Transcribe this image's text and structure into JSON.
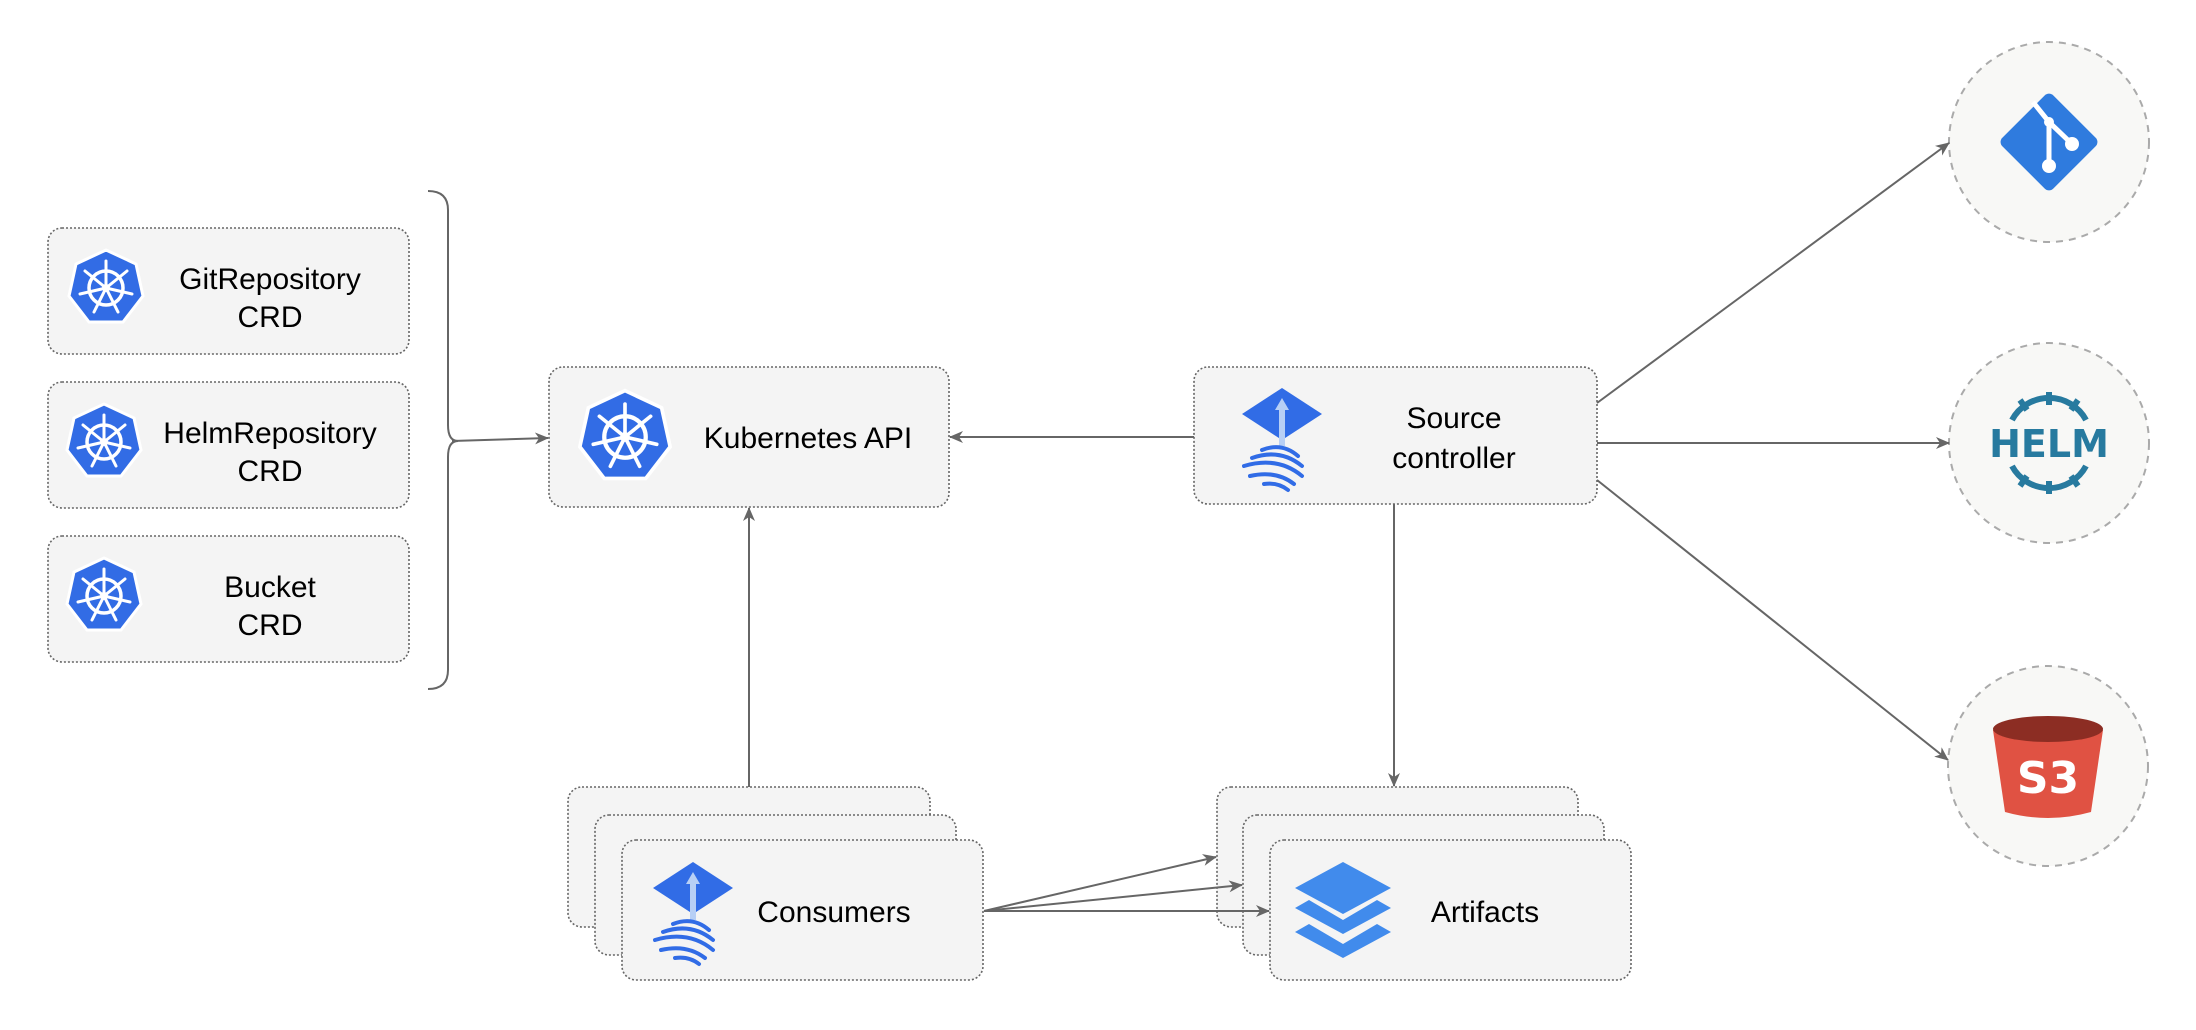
{
  "crds": [
    {
      "line1": "GitRepository",
      "line2": "CRD",
      "icon": "kubernetes-icon"
    },
    {
      "line1": "HelmRepository",
      "line2": "CRD",
      "icon": "kubernetes-icon"
    },
    {
      "line1": "Bucket",
      "line2": "CRD",
      "icon": "kubernetes-icon"
    }
  ],
  "kubernetes_api": {
    "label": "Kubernetes API",
    "icon": "kubernetes-icon"
  },
  "source_controller": {
    "line1": "Source",
    "line2": "controller",
    "icon": "flux-icon"
  },
  "consumers": {
    "label": "Consumers",
    "icon": "flux-icon"
  },
  "artifacts": {
    "label": "Artifacts",
    "icon": "layers-icon"
  },
  "sources": [
    {
      "name": "git-icon",
      "color": "#2f7bde"
    },
    {
      "name": "helm-icon",
      "text": "HELM",
      "color": "#277a9f"
    },
    {
      "name": "s3-icon",
      "text": "S3",
      "color": "#e05243"
    }
  ],
  "colors": {
    "kubernetes": "#326ce5",
    "flux": "#316ce6",
    "layers": "#418bec"
  }
}
